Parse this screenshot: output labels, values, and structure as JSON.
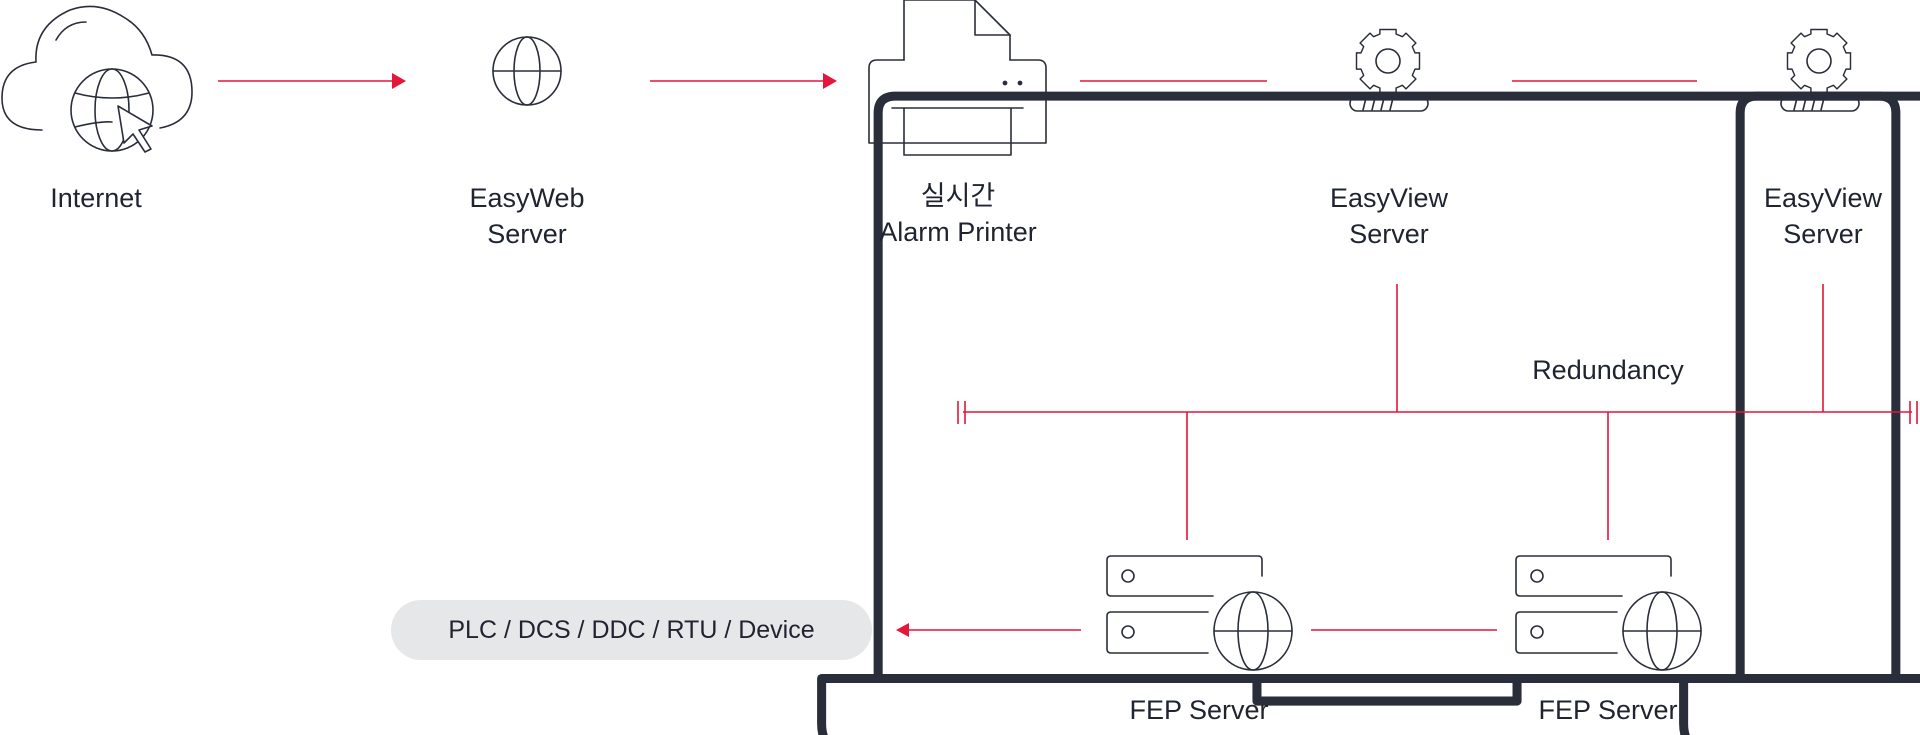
{
  "nodes": {
    "internet": {
      "label": "Internet"
    },
    "easyweb": {
      "line1": "EasyWeb",
      "line2": "Server"
    },
    "printer": {
      "line1": "실시간",
      "line2": "Alarm Printer"
    },
    "easyview_1": {
      "line1": "EasyView",
      "line2": "Server"
    },
    "easyview_2": {
      "line1": "EasyView",
      "line2": "Server"
    },
    "fep_1": {
      "label": "FEP Server"
    },
    "fep_2": {
      "label": "FEP Server"
    }
  },
  "redundancy_label": "Redundancy",
  "device_pill": "PLC / DCS / DDC / RTU / Device",
  "colors": {
    "connector": "#e3163b",
    "icon_stroke": "#2a2e3a",
    "pill_bg": "#e6e7e9",
    "text": "#1f2430"
  },
  "icons": {
    "internet": "cloud-globe-cursor-icon",
    "easyweb": "laptop-globe-icon",
    "printer": "printer-icon",
    "easyview": "laptop-gear-icon",
    "fep": "server-globe-icon"
  }
}
